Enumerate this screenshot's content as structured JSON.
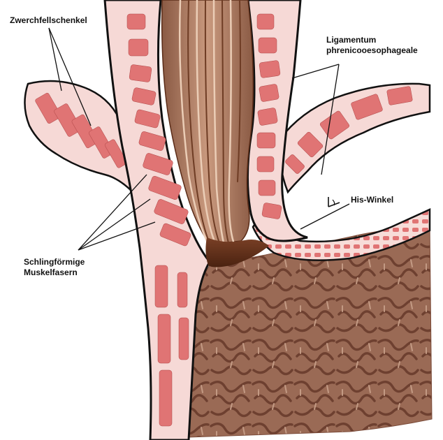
{
  "labels": {
    "zwerchfellschenkel": "Zwerchfellschenkel",
    "ligamentum_line1": "Ligamentum",
    "ligamentum_line2": "phrenicooesophageale",
    "his_winkel": "His-Winkel",
    "schlingfoermige_line1": "Schlingförmige",
    "schlingfoermige_line2": "Muskelfasern"
  },
  "colors": {
    "background": "#ffffff",
    "stomach_mucosa": "#9a6a55",
    "stomach_fold": "#6e4030",
    "esophagus_lumen": "#b88a72",
    "esophagus_fold": "#d7b39c",
    "gastric_entry": "#5a2c18",
    "muscle_fill": "#f6d9d6",
    "muscle_fiber": "#d96a6a",
    "outline": "#111111",
    "leader_line": "#111111"
  }
}
